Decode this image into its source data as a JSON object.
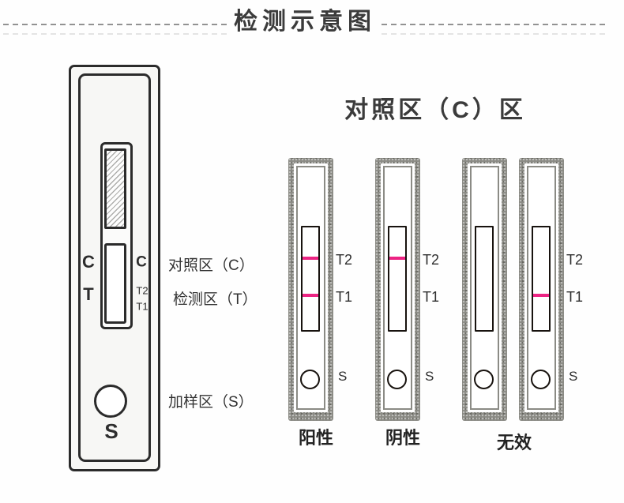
{
  "header": {
    "title": "检测示意图"
  },
  "cassette": {
    "left_labels": {
      "c": "C",
      "t": "T"
    },
    "right_labels": {
      "c": "C",
      "t2": "T2",
      "t1": "T1"
    },
    "sample_label": "S",
    "zones": {
      "control": "对照区（C）",
      "test": "检测区（T）",
      "sample": "加样区（S）"
    }
  },
  "comparison": {
    "title": "对照区（C）区",
    "strips": [
      {
        "name": "positive",
        "lines": [
          "T2",
          "T1"
        ],
        "side_labels": {
          "t2": "T2",
          "t1": "T1",
          "s": "S"
        }
      },
      {
        "name": "negative",
        "lines": [
          "T2"
        ],
        "side_labels": {
          "t2": "T2",
          "t1": "T1",
          "s": "S"
        }
      },
      {
        "name": "invalid-a",
        "lines": [],
        "side_labels": null
      },
      {
        "name": "invalid-b",
        "lines": [
          "T1"
        ],
        "side_labels": {
          "t2": "T2",
          "t1": "T1",
          "s": "S"
        }
      }
    ],
    "results": {
      "positive": "阳性",
      "negative": "阴性",
      "invalid": "无效"
    }
  },
  "colors": {
    "test_line_pink": "#ec2383",
    "strip_frame_gray": "#8b8b85",
    "outline_ink": "#2b2b2b"
  }
}
